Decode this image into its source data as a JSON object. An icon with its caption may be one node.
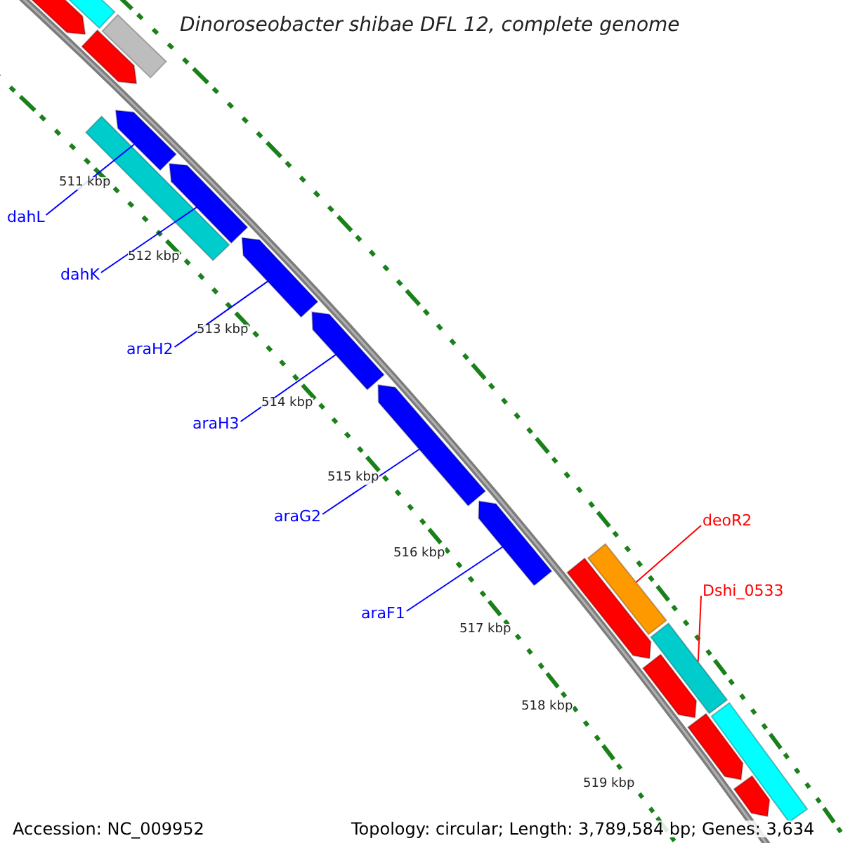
{
  "diagram": {
    "title": "Dinoroseobacter shibae DFL 12, complete genome",
    "nodes": [
      {
        "text": [],
        "shape": "bar"
      },
      {
        "text": [],
        "shape": "bar"
      },
      {
        "text": [],
        "shape": "bar"
      },
      {
        "text": [],
        "shape": "bar"
      },
      {
        "text": [],
        "shape": "bar"
      },
      {
        "text": [],
        "shape": "bar"
      },
      {
        "text": [],
        "shape": "bar"
      },
      {
        "text": [],
        "shape": "bar"
      },
      {
        "text": [],
        "shape": "bar"
      },
      {
        "text": [],
        "shape": "bar"
      },
      {
        "text": [],
        "shape": "bar"
      },
      {
        "text": [],
        "shape": "bar"
      },
      {
        "text": [],
        "shape": "bar"
      },
      {
        "text": [],
        "shape": "bar"
      },
      {
        "text": [],
        "shape": "bar"
      },
      {
        "text": [],
        "shape": "bar"
      },
      {
        "text": [],
        "shape": "bar"
      },
      {
        "text": [],
        "shape": "bar"
      },
      {
        "text": [
          "dahL"
        ]
      },
      {
        "text": [
          "dahK"
        ]
      },
      {
        "text": [
          "araH2"
        ]
      },
      {
        "text": [
          "araH3"
        ]
      },
      {
        "text": [
          "araG2"
        ]
      },
      {
        "text": [
          "araF1"
        ]
      },
      {
        "text": [
          "deoR2"
        ]
      },
      {
        "text": [
          "Dshi_0533"
        ]
      }
    ],
    "edges": [
      {
        "from": 18,
        "to": 4,
        "arrow": "none"
      },
      {
        "from": 19,
        "to": 6,
        "arrow": "none"
      },
      {
        "from": 20,
        "to": 7,
        "arrow": "none"
      },
      {
        "from": 21,
        "to": 8,
        "arrow": "none"
      },
      {
        "from": 22,
        "to": 9,
        "arrow": "none"
      },
      {
        "from": 23,
        "to": 10,
        "arrow": "none"
      },
      {
        "from": 24,
        "to": 11,
        "arrow": "none",
        "color": "#ff0000"
      },
      {
        "from": 25,
        "to": 13,
        "arrow": "none",
        "color": "#ff0000"
      }
    ],
    "labels": [
      "511 kbp",
      "512 kbp",
      "513 kbp",
      "514 kbp",
      "515 kbp",
      "516 kbp",
      "517 kbp",
      "518 kbp",
      "519 kbp",
      "Accession: NC_009952",
      "Topology: circular; Length: 3,789,584 bp; Genes: 3,634"
    ]
  }
}
